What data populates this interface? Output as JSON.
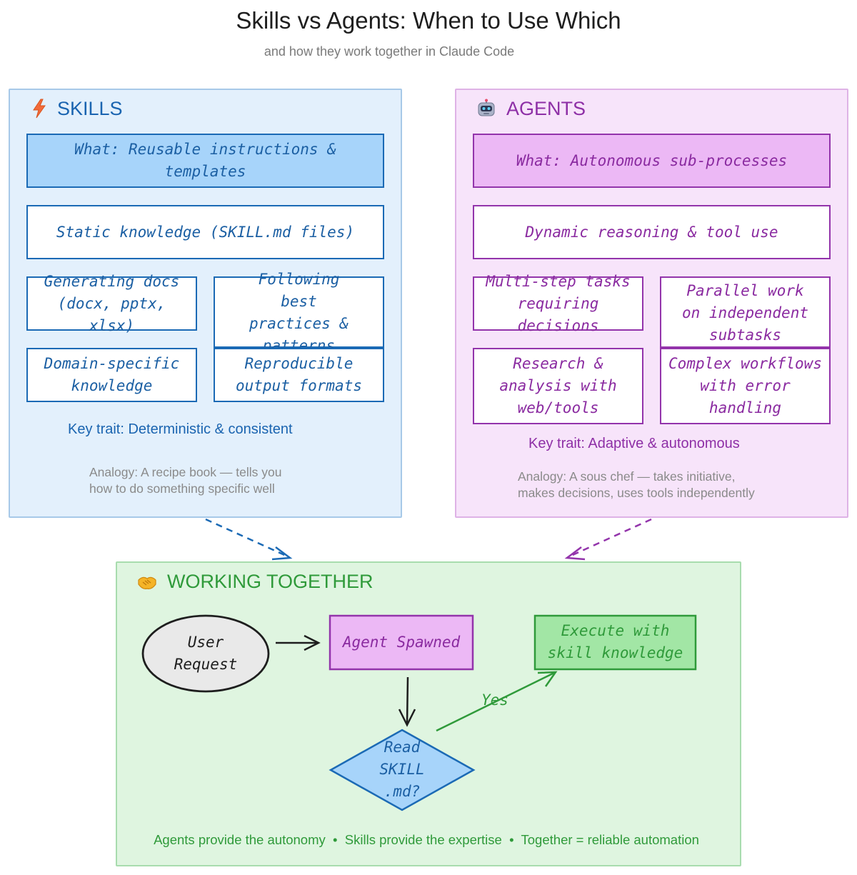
{
  "title": "Skills vs Agents: When to Use Which",
  "subtitle": "and how they work together in Claude Code",
  "skills": {
    "icon": "lightning-icon",
    "heading": "SKILLS",
    "what": "What: Reusable instructions & templates",
    "static": "Static knowledge (SKILL.md files)",
    "uses": [
      "Generating docs (docx, pptx, xlsx)",
      "Following best practices & patterns",
      "Domain-specific knowledge",
      "Reproducible output formats"
    ],
    "key_trait": "Key trait: Deterministic & consistent",
    "analogy_line1": "Analogy: A recipe book — tells you",
    "analogy_line2": "how to do something specific well",
    "accent": "#1b6ab5"
  },
  "agents": {
    "icon": "robot-icon",
    "heading": "AGENTS",
    "what": "What: Autonomous sub-processes",
    "dynamic": "Dynamic reasoning & tool use",
    "uses": [
      "Multi-step tasks requiring decisions",
      "Parallel work on independent subtasks",
      "Research & analysis with web/tools",
      "Complex workflows with error handling"
    ],
    "key_trait": "Key trait: Adaptive & autonomous",
    "analogy_line1": "Analogy: A sous chef — takes initiative,",
    "analogy_line2": "makes decisions, uses tools independently",
    "accent": "#9334ab"
  },
  "together": {
    "icon": "handshake-icon",
    "heading": "WORKING TOGETHER",
    "user_request_line1": "User",
    "user_request_line2": "Request",
    "agent_spawned": "Agent Spawned",
    "decision_line1": "Read",
    "decision_line2": "SKILL",
    "decision_line3": ".md?",
    "yes_label": "Yes",
    "execute_line1": "Execute with",
    "execute_line2": "skill knowledge",
    "footer": "Agents provide the autonomy  •  Skills provide the expertise  •  Together = reliable automation",
    "accent": "#2f9a3a"
  }
}
